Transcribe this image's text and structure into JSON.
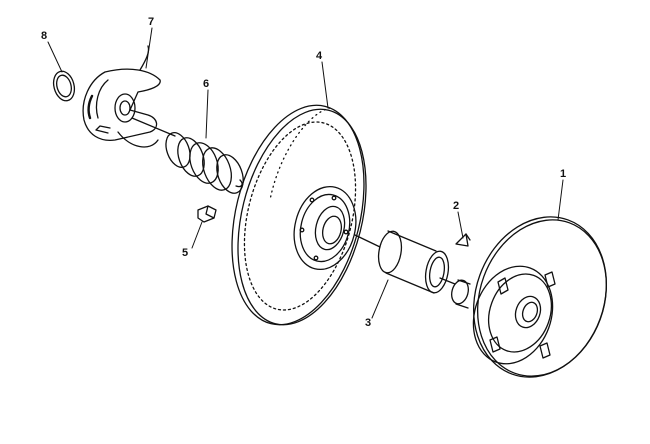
{
  "callouts": [
    {
      "id": "1",
      "text": "1",
      "part": "sheave"
    },
    {
      "id": "2",
      "text": "2",
      "part": "key"
    },
    {
      "id": "3",
      "text": "3",
      "part": "bushing"
    },
    {
      "id": "4",
      "text": "4",
      "part": "sheave"
    },
    {
      "id": "5",
      "text": "5",
      "part": "slider-button"
    },
    {
      "id": "6",
      "text": "6",
      "part": "spring"
    },
    {
      "id": "7",
      "text": "7",
      "part": "cam"
    },
    {
      "id": "8",
      "text": "8",
      "part": "snap-ring"
    }
  ]
}
